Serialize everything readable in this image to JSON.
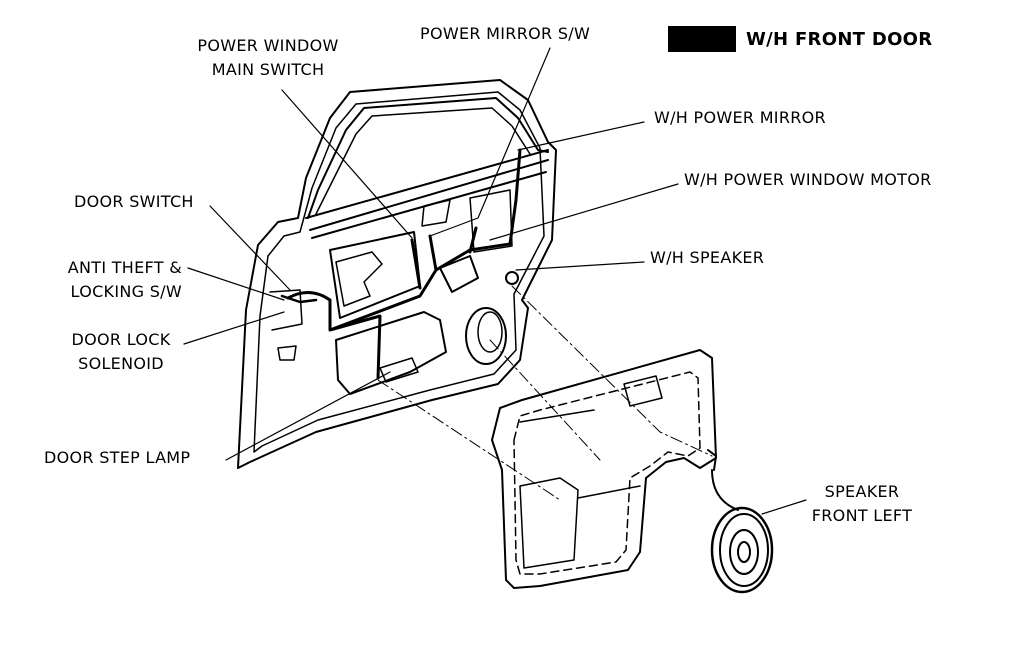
{
  "title": {
    "text": "W/H FRONT DOOR",
    "box_color": "#000000"
  },
  "labels": {
    "power_window_main_switch": [
      "POWER WINDOW",
      "MAIN SWITCH"
    ],
    "power_mirror_sw": "POWER MIRROR S/W",
    "wh_power_mirror": "W/H POWER MIRROR",
    "wh_power_window_motor": "W/H POWER WINDOW MOTOR",
    "door_switch": "DOOR SWITCH",
    "anti_theft_locking_sw": [
      "ANTI THEFT &",
      "LOCKING S/W"
    ],
    "wh_speaker": "W/H SPEAKER",
    "door_lock_solenoid": [
      "DOOR LOCK",
      "SOLENOID"
    ],
    "door_step_lamp": "DOOR STEP LAMP",
    "speaker_front_left": [
      "SPEAKER",
      "FRONT LEFT"
    ]
  },
  "colors": {
    "ink": "#000000",
    "paper": "#ffffff"
  }
}
